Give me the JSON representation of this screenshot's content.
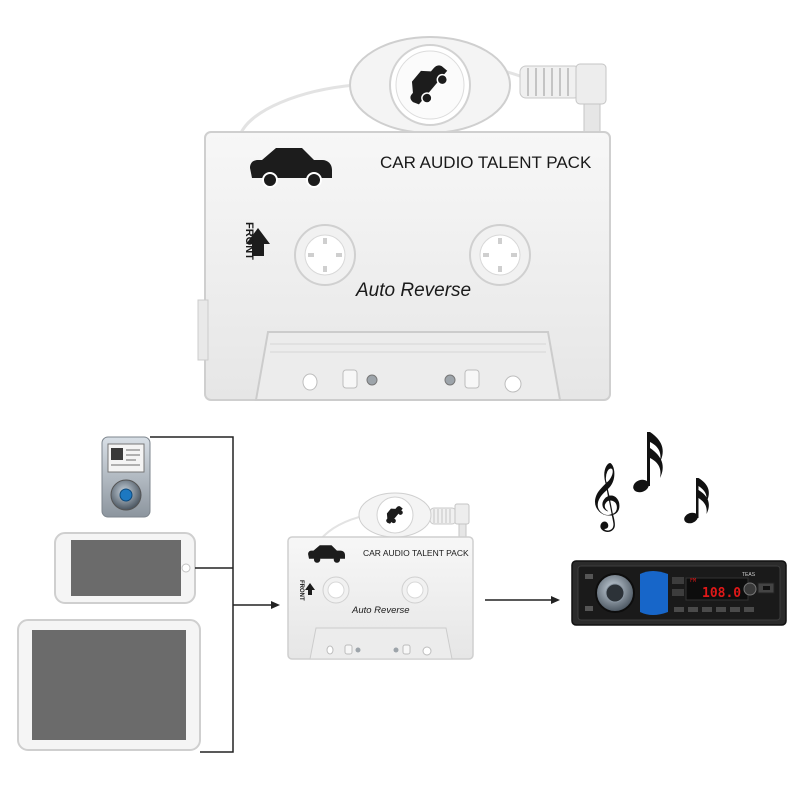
{
  "hero": {
    "brand_text": "CAR AUDIO TALENT PACK",
    "front_text": "FRONT",
    "model_text": "Auto Reverse"
  },
  "small": {
    "brand_text": "CAR AUDIO TALENT PACK",
    "front_text": "FRONT",
    "model_text": "Auto Reverse"
  },
  "stereo": {
    "display_text": "108.0",
    "station_text": "FM",
    "brand_text": "TEAS"
  },
  "devices": [
    "mp3-player",
    "smartphone",
    "tablet"
  ],
  "colors": {
    "cassette_body": "#f2f2f2",
    "screen_gray": "#6b6b6b",
    "stereo_body": "#2b2b2b",
    "stereo_display": "#e01818"
  }
}
